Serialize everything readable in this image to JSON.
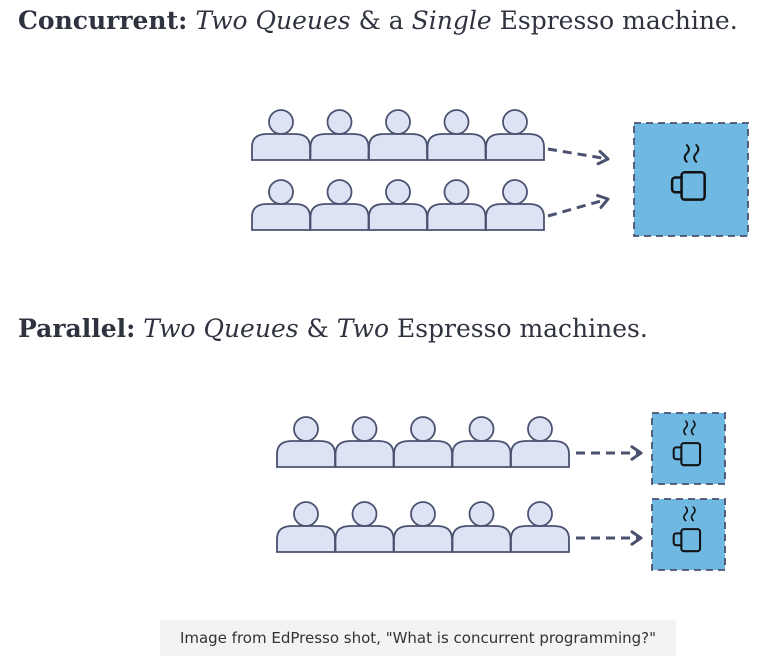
{
  "concurrent": {
    "label": "Concurrent:",
    "parts": [
      "Two Queues",
      "&",
      "a",
      "Single",
      "Espresso machine."
    ],
    "queues": 2,
    "people_per_queue": 5,
    "machines": 1
  },
  "parallel": {
    "label": "Parallel:",
    "parts": [
      "Two Queues",
      "&",
      "Two",
      "Espresso machines."
    ],
    "queues": 2,
    "people_per_queue": 5,
    "machines": 2
  },
  "caption": "Image from EdPresso shot, \"What is concurrent programming?\"",
  "colors": {
    "person_fill": "#dde3f5",
    "outline": "#4a5270",
    "machine_fill": "#6fb8e2",
    "cup": "#111111"
  },
  "icons": [
    "person-icon",
    "coffee-cup-icon",
    "dashed-arrow-icon"
  ]
}
